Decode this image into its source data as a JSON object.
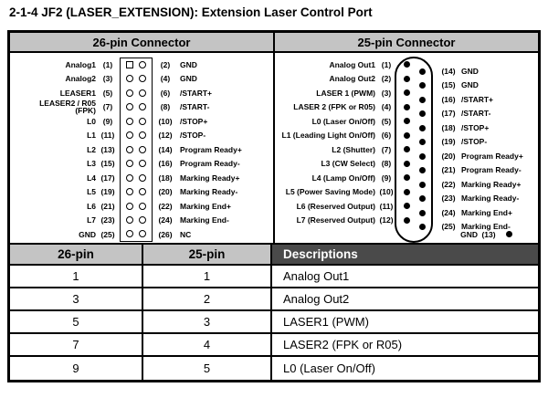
{
  "title": "2-1-4 JF2 (LASER_EXTENSION): Extension Laser Control Port",
  "connector26": {
    "header": "26-pin Connector",
    "rows": [
      {
        "left_label": "Analog1",
        "left_pin": "(1)",
        "right_pin": "(2)",
        "right_label": "GND"
      },
      {
        "left_label": "Analog2",
        "left_pin": "(3)",
        "right_pin": "(4)",
        "right_label": "GND"
      },
      {
        "left_label": "LEASER1",
        "left_pin": "(5)",
        "right_pin": "(6)",
        "right_label": "/START+"
      },
      {
        "left_label": "LEASER2 / R05\n(FPK)",
        "left_pin": "(7)",
        "right_pin": "(8)",
        "right_label": "/START-"
      },
      {
        "left_label": "L0",
        "left_pin": "(9)",
        "right_pin": "(10)",
        "right_label": "/STOP+"
      },
      {
        "left_label": "L1",
        "left_pin": "(11)",
        "right_pin": "(12)",
        "right_label": "/STOP-"
      },
      {
        "left_label": "L2",
        "left_pin": "(13)",
        "right_pin": "(14)",
        "right_label": "Program Ready+"
      },
      {
        "left_label": "L3",
        "left_pin": "(15)",
        "right_pin": "(16)",
        "right_label": "Program Ready-"
      },
      {
        "left_label": "L4",
        "left_pin": "(17)",
        "right_pin": "(18)",
        "right_label": "Marking Ready+"
      },
      {
        "left_label": "L5",
        "left_pin": "(19)",
        "right_pin": "(20)",
        "right_label": "Marking Ready-"
      },
      {
        "left_label": "L6",
        "left_pin": "(21)",
        "right_pin": "(22)",
        "right_label": "Marking End+"
      },
      {
        "left_label": "L7",
        "left_pin": "(23)",
        "right_pin": "(24)",
        "right_label": "Marking End-"
      },
      {
        "left_label": "GND",
        "left_pin": "(25)",
        "right_pin": "(26)",
        "right_label": "NC"
      }
    ]
  },
  "connector25": {
    "header": "25-pin Connector",
    "rows": [
      {
        "left_label": "Analog Out1",
        "left_pin": "(1)",
        "right_pin": "(14)",
        "right_label": "GND"
      },
      {
        "left_label": "Analog Out2",
        "left_pin": "(2)",
        "right_pin": "(15)",
        "right_label": "GND"
      },
      {
        "left_label": "LASER 1 (PWM)",
        "left_pin": "(3)",
        "right_pin": "(16)",
        "right_label": "/START+"
      },
      {
        "left_label": "LASER 2 (FPK or R05)",
        "left_pin": "(4)",
        "right_pin": "(17)",
        "right_label": "/START-"
      },
      {
        "left_label": "L0 (Laser On/Off)",
        "left_pin": "(5)",
        "right_pin": "(18)",
        "right_label": "/STOP+"
      },
      {
        "left_label": "L1 (Leading Light On/Off)",
        "left_pin": "(6)",
        "right_pin": "(19)",
        "right_label": "/STOP-"
      },
      {
        "left_label": "L2 (Shutter)",
        "left_pin": "(7)",
        "right_pin": "(20)",
        "right_label": "Program Ready+"
      },
      {
        "left_label": "L3 (CW Select)",
        "left_pin": "(8)",
        "right_pin": "(21)",
        "right_label": "Program Ready-"
      },
      {
        "left_label": "L4 (Lamp On/Off)",
        "left_pin": "(9)",
        "right_pin": "(22)",
        "right_label": "Marking Ready+"
      },
      {
        "left_label": "L5 (Power Saving Mode)",
        "left_pin": "(10)",
        "right_pin": "(23)",
        "right_label": "Marking Ready-"
      },
      {
        "left_label": "L6 (Reserved Output)",
        "left_pin": "(11)",
        "right_pin": "(24)",
        "right_label": "Marking End+"
      },
      {
        "left_label": "L7 (Reserved Output)",
        "left_pin": "(12)",
        "right_pin": "(25)",
        "right_label": "Marking End-"
      },
      {
        "left_label": "GND",
        "left_pin": "(13)",
        "right_pin": "",
        "right_label": ""
      }
    ]
  },
  "mapping_table": {
    "headers": [
      "26-pin",
      "25-pin",
      "Descriptions"
    ],
    "rows": [
      [
        "1",
        "1",
        "Analog Out1"
      ],
      [
        "3",
        "2",
        "Analog Out2"
      ],
      [
        "5",
        "3",
        "LASER1 (PWM)"
      ],
      [
        "7",
        "4",
        "LASER2 (FPK or R05)"
      ],
      [
        "9",
        "5",
        "L0 (Laser On/Off)"
      ]
    ]
  },
  "colors": {
    "header_gray": "#c4c4c4",
    "descriptions_header_bg": "#4a4a4a",
    "border": "#000000"
  }
}
